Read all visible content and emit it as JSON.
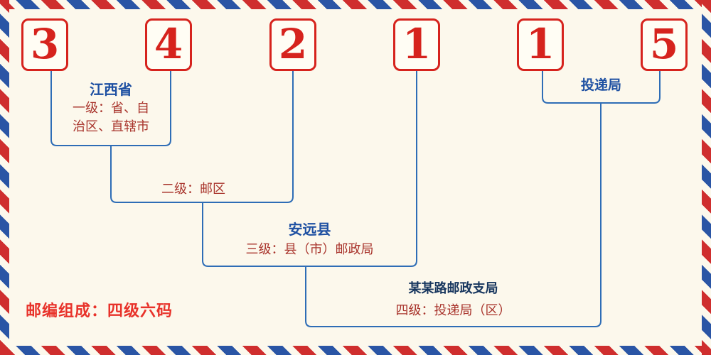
{
  "palette": {
    "background": "#fcf8ec",
    "digit_red": "#d6231d",
    "line_blue": "#2e6db6",
    "place_blue": "#1e50a2",
    "label_red": "#a8332b",
    "branch_navy": "#17365e",
    "footer_red": "#e8322a",
    "stripe_red": "#cf2e2e",
    "stripe_blue": "#2a55a5"
  },
  "digits": [
    "3",
    "4",
    "2",
    "1",
    "1",
    "5"
  ],
  "annotations": {
    "level1_place": "江西省",
    "level1_label": "一级：省、自\n治区、直辖市",
    "level2_label": "二级：邮区",
    "level3_place": "安远县",
    "level3_label": "三级：县（市）邮政局",
    "level4_place": "某某路邮政支局",
    "level4_label": "四级：投递局（区）",
    "delivery_label": "投递局",
    "footer_label": "邮编组成：四级六码"
  }
}
